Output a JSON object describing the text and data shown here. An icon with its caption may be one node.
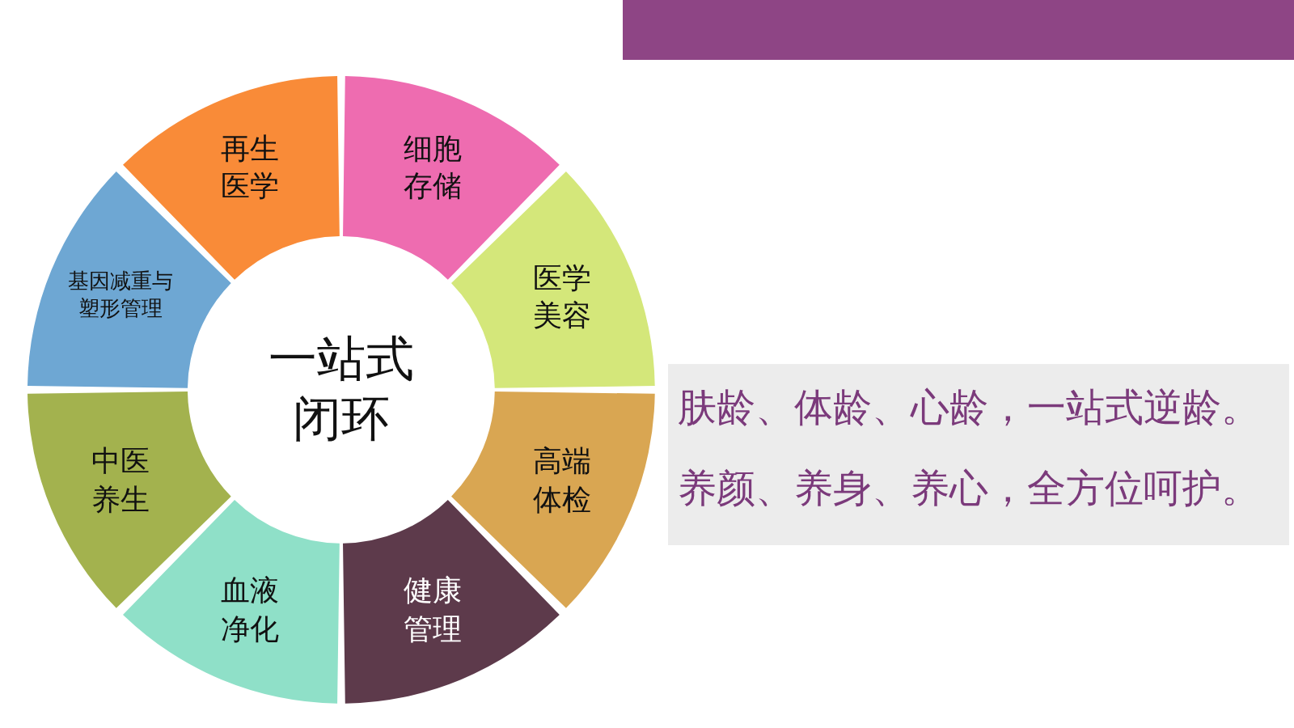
{
  "diagram": {
    "nodes": [
      {
        "text": [
          "再生医学"
        ]
      },
      {
        "text": [
          "细胞存储"
        ]
      },
      {
        "text": [
          "医学美容"
        ]
      },
      {
        "text": [
          "高端体检"
        ]
      },
      {
        "text": [
          "健康管理"
        ]
      },
      {
        "text": [
          "血液净化"
        ]
      },
      {
        "text": [
          "中医养生"
        ]
      },
      {
        "text": [
          "基因减重与塑形管理"
        ]
      },
      {
        "text": [
          "肤龄、体龄、心龄，一站式逆龄。",
          "养颜、养身、养心，全方位呵护。"
        ]
      }
    ],
    "edges": [],
    "labels": [
      "一站式闭环"
    ]
  }
}
